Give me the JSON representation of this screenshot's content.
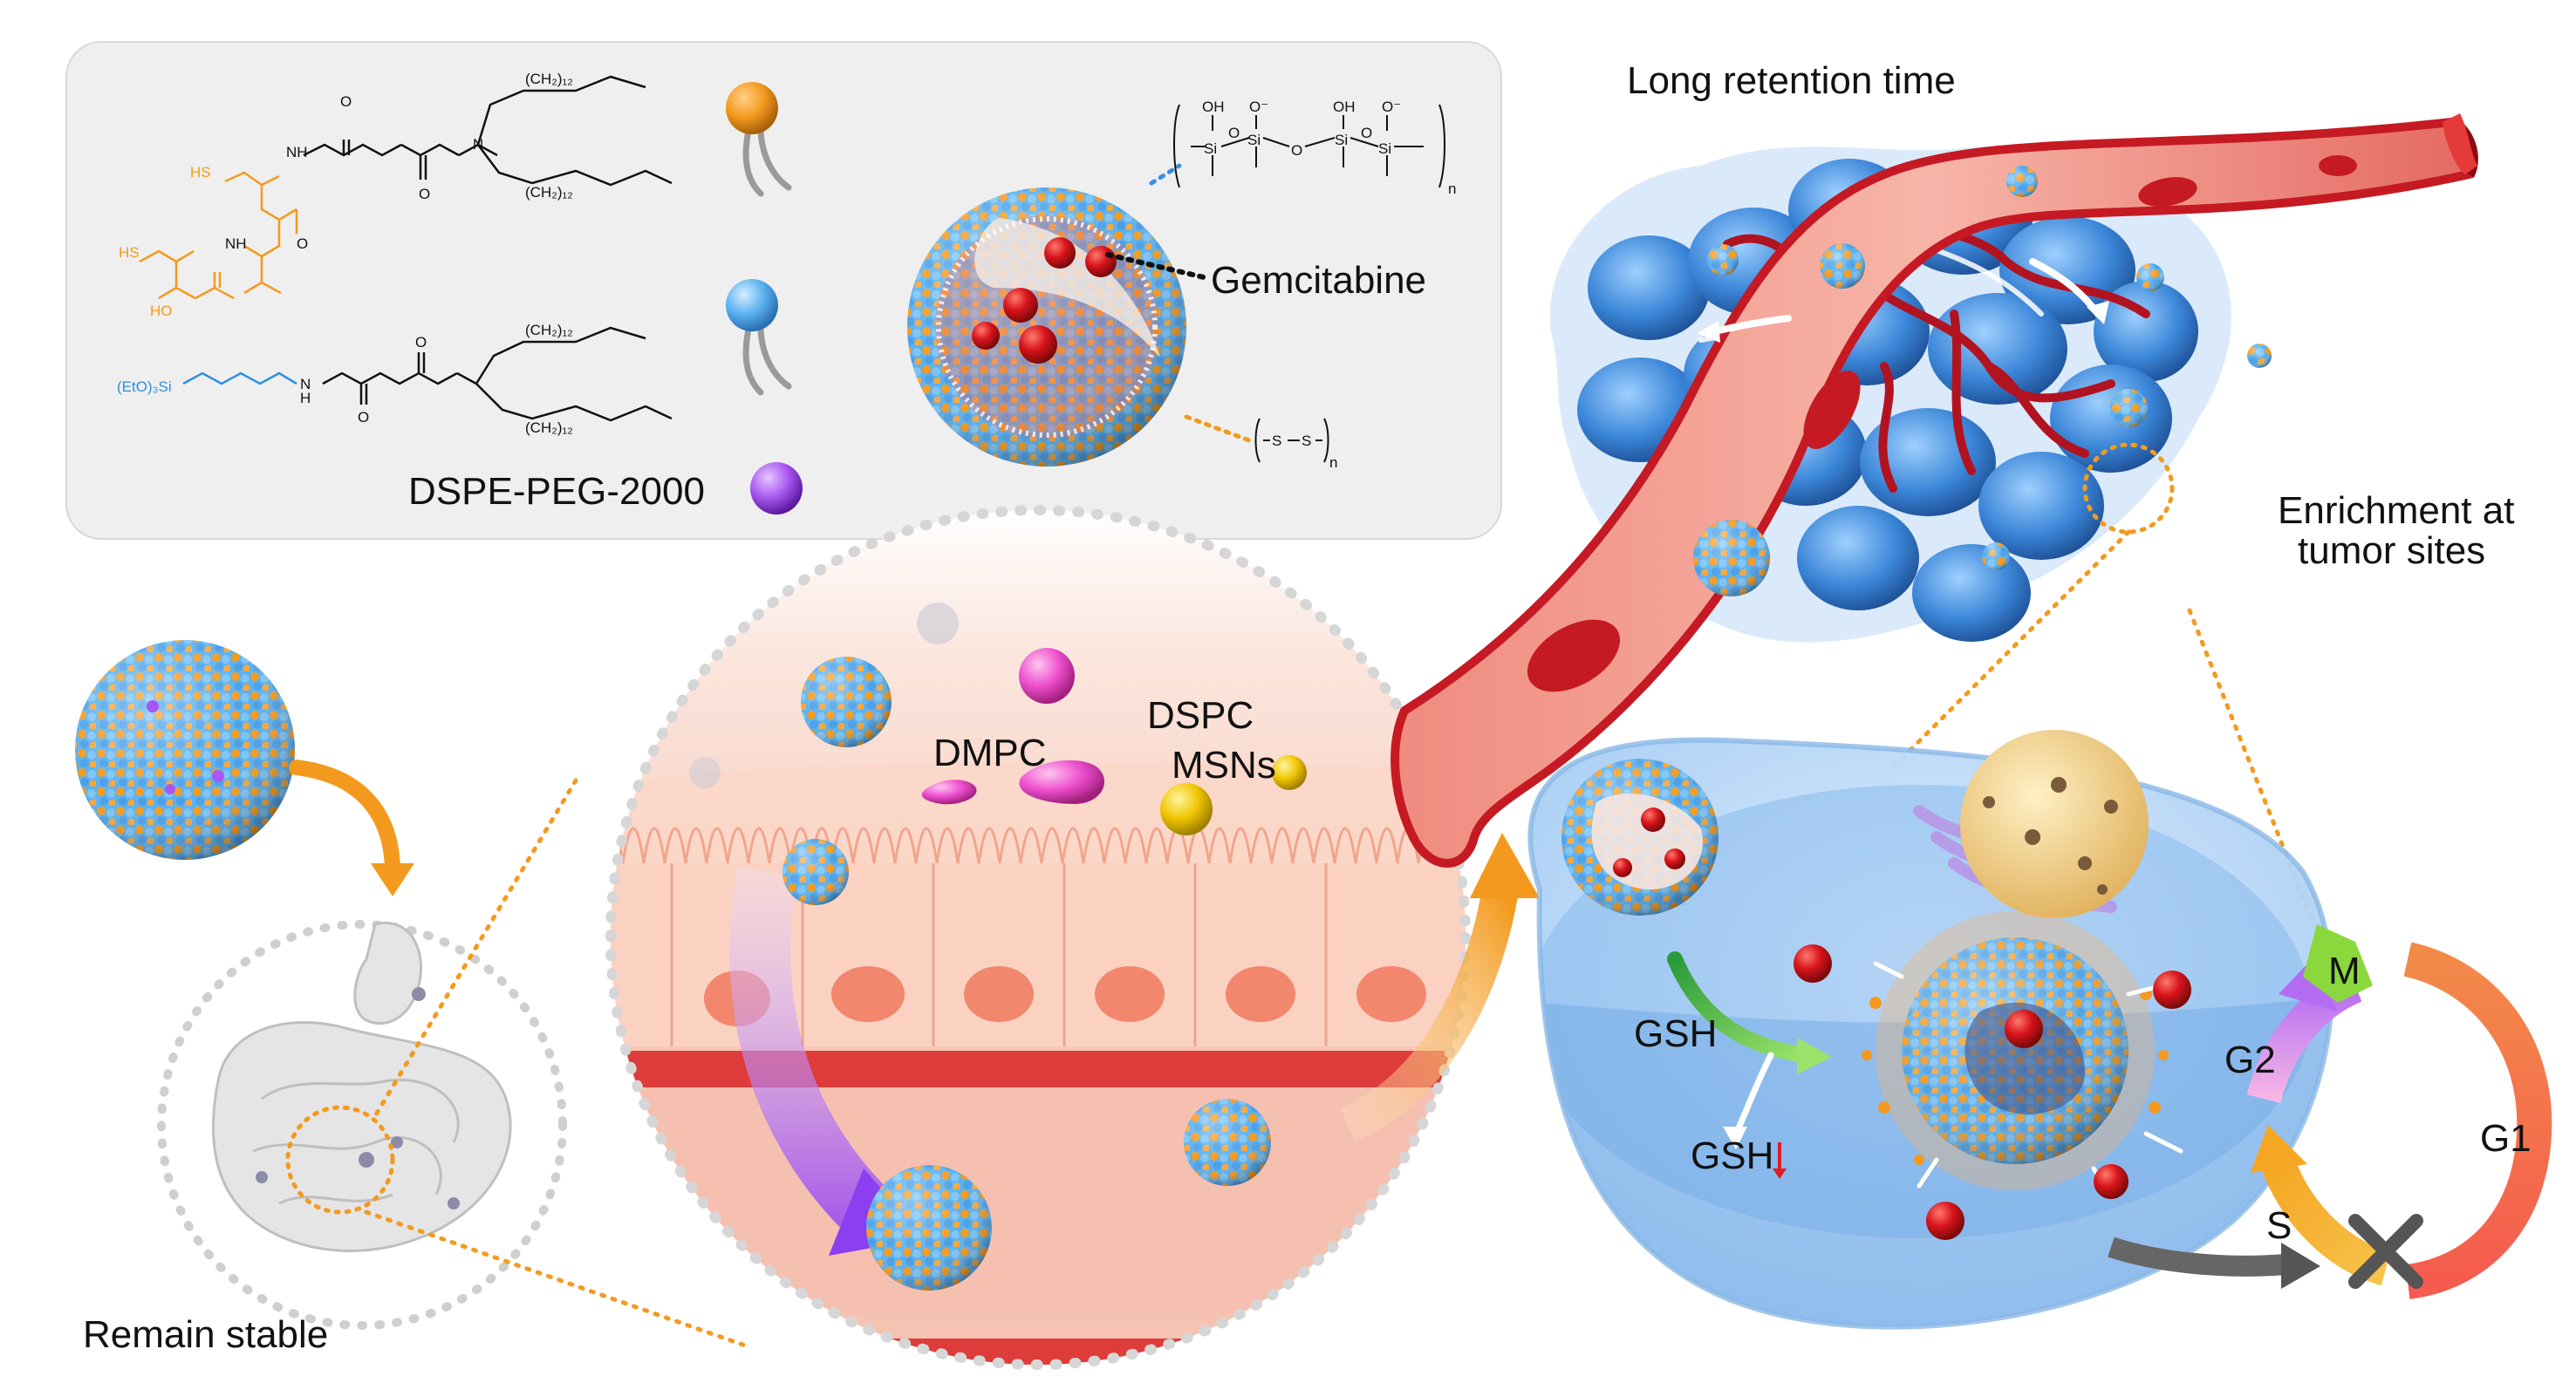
{
  "chemistry_panel": {
    "molecule1": {
      "groups": [
        "HS",
        "HS",
        "HO",
        "NH",
        "NH",
        "N",
        "O",
        "O",
        "O",
        "(CH₂)₁₂",
        "(CH₂)₁₂"
      ],
      "color_accent": "#f39a1e"
    },
    "molecule2": {
      "groups": [
        "(EtO)₃Si",
        "H",
        "N",
        "O",
        "O",
        "(CH₂)₁₂",
        "(CH₂)₁₂"
      ],
      "color_accent": "#2f8fe0"
    },
    "dspe_label": "DSPE-PEG-2000",
    "silica_chain": {
      "oh": [
        "OH",
        "OH"
      ],
      "ominus": [
        "O⁻",
        "O⁻"
      ],
      "si": [
        "Si",
        "Si",
        "Si",
        "Si"
      ],
      "o": [
        "O",
        "O",
        "O"
      ],
      "n": "n"
    },
    "gemcitabine_label": "Gemcitabine",
    "disulfide": {
      "s": [
        "S",
        "S"
      ],
      "n": "n"
    }
  },
  "labels": {
    "long_retention": "Long retention time",
    "enrichment_line1": "Enrichment at",
    "enrichment_line2": "tumor sites",
    "remain_stable": "Remain stable",
    "dmpc": "DMPC",
    "dspc": "DSPC",
    "msns": "MSNs",
    "gsh": "GSH",
    "gsh_low": "GSH"
  },
  "cell_cycle": {
    "phases": [
      "M",
      "G1",
      "G2",
      "S"
    ]
  },
  "colors": {
    "orange": "#f39a1e",
    "blue": "#5ab0f0",
    "purple": "#a857f0",
    "red_drug": "#d8141b",
    "vessel": "#e56a63",
    "tumor": "#3b86d8",
    "panel_bg": "#efefef"
  }
}
